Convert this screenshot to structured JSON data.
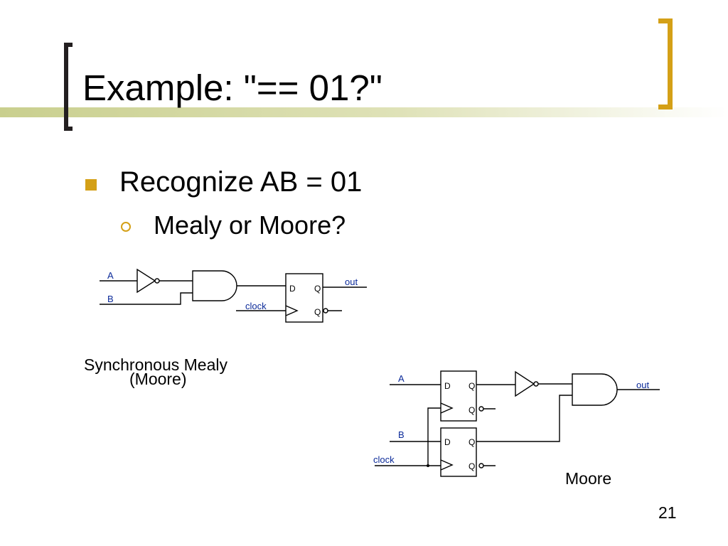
{
  "slide": {
    "title": "Example: \"== 01?\"",
    "bullet": "Recognize AB = 01",
    "sub_bullet": "Mealy or Moore?",
    "page_number": "21"
  },
  "colors": {
    "accent_gold": "#d4a017",
    "label_blue": "#0b2a99",
    "bracket_dark": "#231f20"
  },
  "mealy_circuit": {
    "input_a": "A",
    "input_b": "B",
    "clock": "clock",
    "output": "out",
    "ff_d": "D",
    "ff_q": "Q",
    "ff_qbar": "Q",
    "caption_line1": "Synchronous Mealy",
    "caption_line2": "(Moore)"
  },
  "moore_circuit": {
    "input_a": "A",
    "input_b": "B",
    "clock": "clock",
    "output": "out",
    "ff1_d": "D",
    "ff1_q": "Q",
    "ff1_qbar": "Q",
    "ff2_d": "D",
    "ff2_q": "Q",
    "ff2_qbar": "Q",
    "caption": "Moore"
  }
}
